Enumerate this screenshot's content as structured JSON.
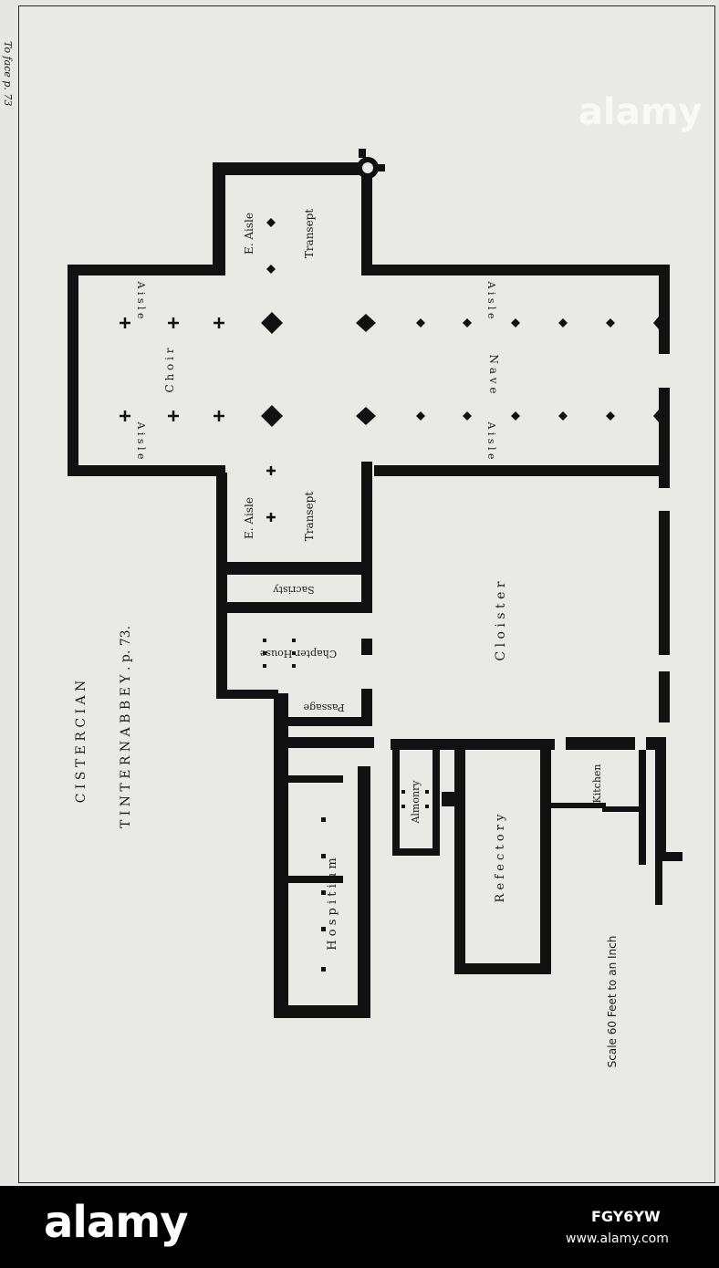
{
  "plate_note": "To face p. 73",
  "title": {
    "line1": "C I S T E R C I A N",
    "line2": "T I N T E R N   A B B E Y . p. 73."
  },
  "scale": "Scale 60 Feet to an Inch",
  "labels": {
    "e_aisle_north": "E. Aisle",
    "transept_north": "Transept",
    "e_aisle_south": "E. Aisle",
    "transept_south": "Transept",
    "aisle_choir_north": "A i s l e",
    "aisle_choir_south": "A i s l e",
    "choir": "C h o i r",
    "nave_aisle_north": "A i s l e",
    "nave_aisle_south": "A i s l e",
    "nave": "N a v e",
    "sacristy": "Sacristy",
    "chapter_house": "Chapter House",
    "passage": "Passage",
    "cloister": "C l o i s t e r",
    "almonry": "Almonry",
    "kitchen": "Kitchen",
    "refectory": "R e f e c t o r y",
    "hospitium": "H o s p i t i u m"
  },
  "footer": {
    "brand": "alamy",
    "image_id": "FGY6YW",
    "site": "www.alamy.com"
  },
  "watermark": "alamy"
}
